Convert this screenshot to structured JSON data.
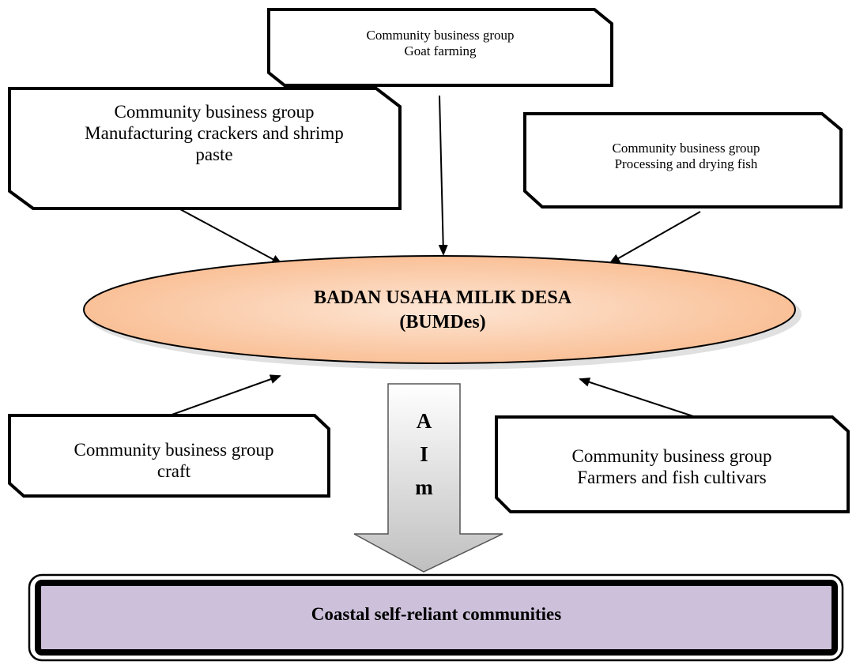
{
  "boxes": {
    "goat": {
      "line1": "Community business group",
      "line2": "Goat farming"
    },
    "crackers": {
      "line1": "Community business group",
      "line2": "Manufacturing crackers and shrimp",
      "line3": "paste"
    },
    "fish_processing": {
      "line1": "Community business group",
      "line2": "Processing and drying fish"
    },
    "craft": {
      "line1": "Community business group",
      "line2": "craft"
    },
    "farmers": {
      "line1": "Community business group",
      "line2": "Farmers and fish cultivars"
    }
  },
  "center": {
    "line1": "BADAN USAHA MILIK DESA",
    "line2": "(BUMDes)"
  },
  "aim_letters": [
    "A",
    "I",
    "m"
  ],
  "goal": {
    "label": "Coastal self-reliant communities"
  },
  "colors": {
    "ellipse_fill": "#fbc9a4",
    "ellipse_fill_light": "#fde6d5",
    "goal_fill": "#ccc0da",
    "arrow_fill": "#d9d9d9"
  }
}
